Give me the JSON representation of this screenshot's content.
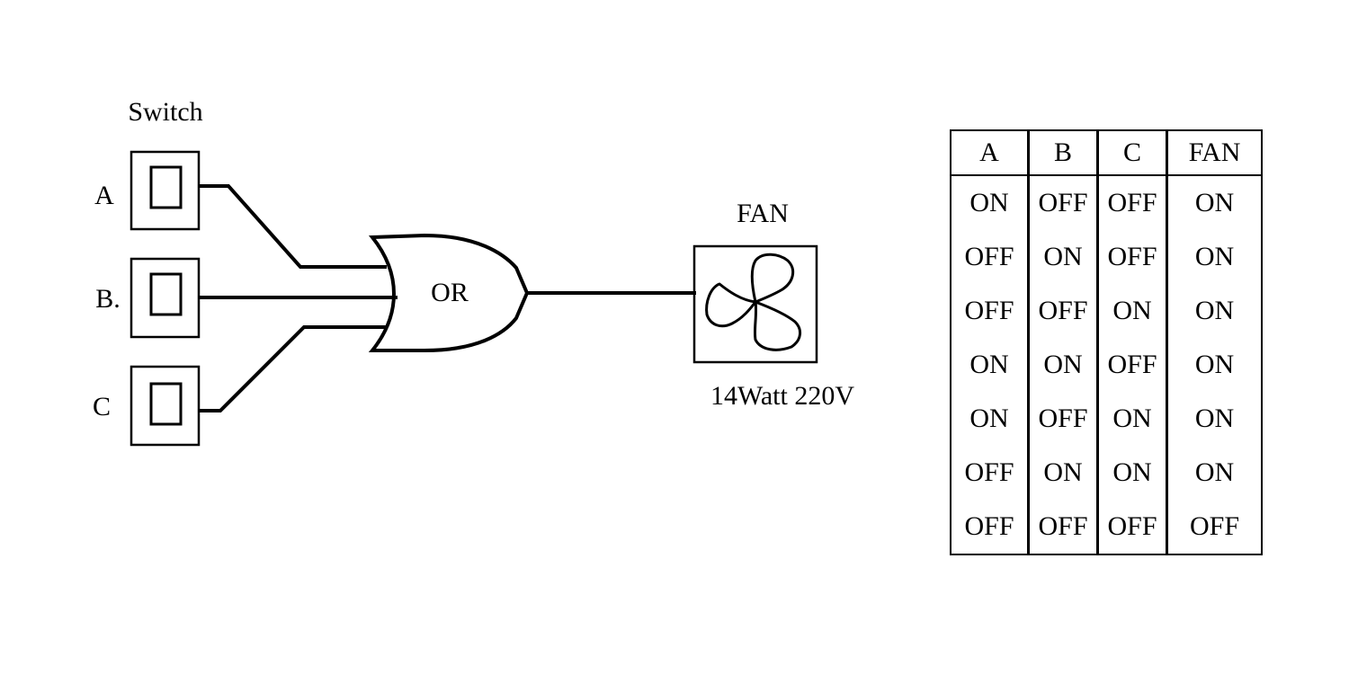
{
  "switches": {
    "title": "Switch",
    "items": [
      {
        "label": "A"
      },
      {
        "label": "B."
      },
      {
        "label": "C"
      }
    ]
  },
  "gate": {
    "label": "OR"
  },
  "fan": {
    "title": "FAN",
    "rating": "14Watt 220V"
  },
  "truth_table": {
    "headers": [
      "A",
      "B",
      "C",
      "FAN"
    ],
    "rows": [
      [
        "ON",
        "OFF",
        "OFF",
        "ON"
      ],
      [
        "OFF",
        "ON",
        "OFF",
        "ON"
      ],
      [
        "OFF",
        "OFF",
        "ON",
        "ON"
      ],
      [
        "ON",
        "ON",
        "OFF",
        "ON"
      ],
      [
        "ON",
        "OFF",
        "ON",
        "ON"
      ],
      [
        "OFF",
        "ON",
        "ON",
        "ON"
      ],
      [
        "OFF",
        "OFF",
        "OFF",
        "OFF"
      ]
    ]
  }
}
